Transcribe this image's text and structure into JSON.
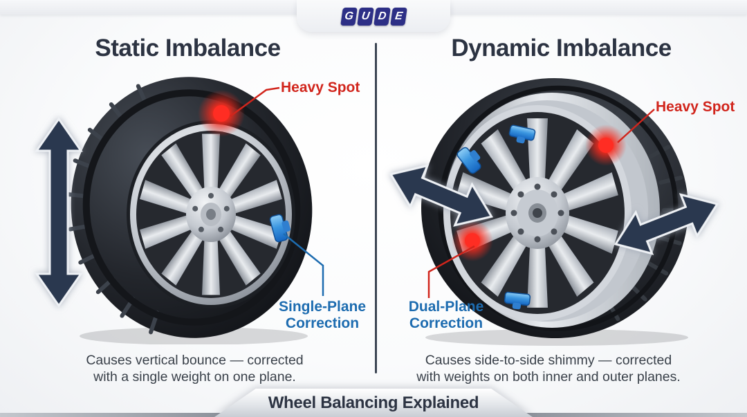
{
  "header": {
    "logo_letters": [
      "G",
      "U",
      "D",
      "E"
    ]
  },
  "panels": {
    "static": {
      "title": "Static Imbalance",
      "heavy_spot_label": "Heavy Spot",
      "correction_label_line1": "Single-Plane",
      "correction_label_line2": "Correction",
      "caption_line1": "Causes vertical bounce — corrected",
      "caption_line2": "with a single weight on one plane."
    },
    "dynamic": {
      "title": "Dynamic Imbalance",
      "heavy_spot_label": "Heavy Spot",
      "correction_label_line1": "Dual-Plane",
      "correction_label_line2": "Correction",
      "caption_line1": "Causes side-to-side shimmy — corrected",
      "caption_line2": "with weights on both inner and outer planes."
    }
  },
  "footer": {
    "title": "Wheel Balancing Explained"
  },
  "colors": {
    "title": "#2c3342",
    "heavy_spot": "#d1251c",
    "correction": "#1d6cb0",
    "caption": "#394049",
    "arrow": "#2b3950",
    "logo_tile": "#2d2f86",
    "divider": "#3c4553"
  }
}
